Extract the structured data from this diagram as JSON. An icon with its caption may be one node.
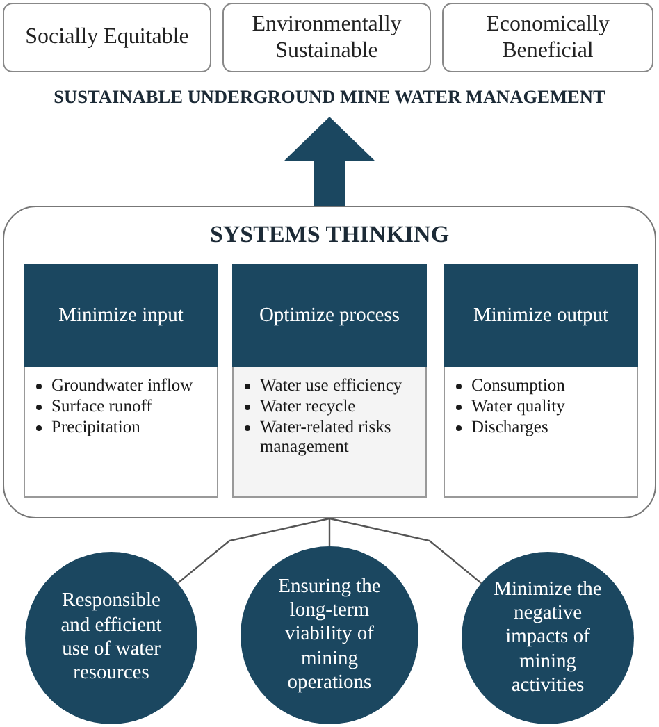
{
  "diagram": {
    "nodes": [
      {
        "text": [
          "Socially Equitable"
        ]
      },
      {
        "text": [
          "Environmentally Sustainable"
        ]
      },
      {
        "text": [
          "Economically Beneficial"
        ]
      },
      {
        "text": [
          "SUSTAINABLE UNDERGROUND MINE WATER MANAGEMENT"
        ]
      },
      {
        "text": [
          "SYSTEMS THINKING"
        ]
      },
      {
        "text": [
          "Minimize input",
          "Groundwater inflow",
          "Surface runoff",
          "Precipitation"
        ],
        "in": 4
      },
      {
        "text": [
          "Optimize process",
          "Water use efficiency",
          "Water recycle",
          "Water-related risks management"
        ],
        "in": 4
      },
      {
        "text": [
          "Minimize output",
          "Consumption",
          "Water quality",
          "Discharges"
        ],
        "in": 4
      },
      {
        "text": [
          "Responsible and efficient use of water resources"
        ]
      },
      {
        "text": [
          "Ensuring the long-term viability of mining operations"
        ]
      },
      {
        "text": [
          "Minimize the negative impacts of mining activities"
        ]
      }
    ],
    "edges": [
      {
        "from": 4,
        "to": 3,
        "arrow": "to",
        "style": "thick",
        "color": "#1b4760"
      },
      {
        "from": 8,
        "to": 4,
        "arrow": "none"
      },
      {
        "from": 9,
        "to": 4,
        "arrow": "none"
      },
      {
        "from": 10,
        "to": 4,
        "arrow": "none"
      }
    ]
  }
}
